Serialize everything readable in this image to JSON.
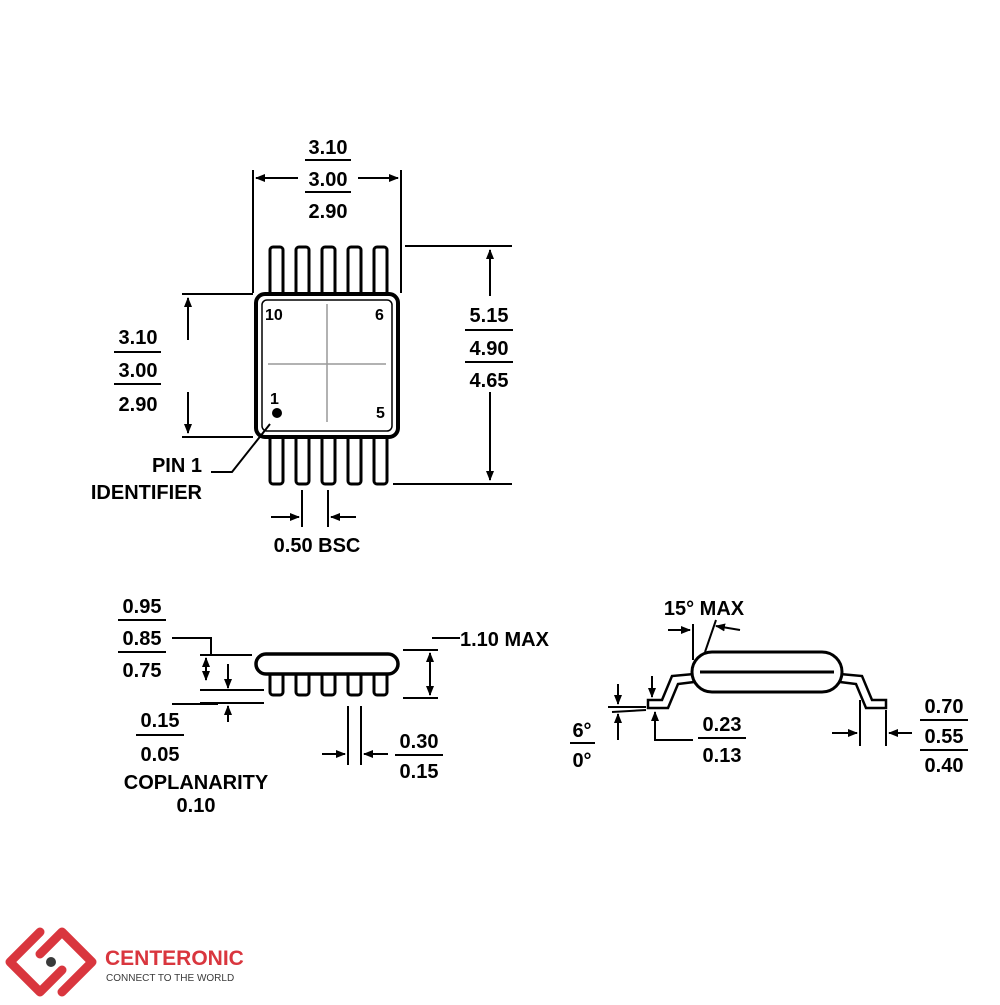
{
  "top_view": {
    "width_dims": [
      "3.10",
      "3.00",
      "2.90"
    ],
    "height_dims": [
      "3.10",
      "3.00",
      "2.90"
    ],
    "overall_dims": [
      "5.15",
      "4.90",
      "4.65"
    ],
    "pin_labels": {
      "p10": "10",
      "p6": "6",
      "p1": "1",
      "p5": "5"
    },
    "pin1_line1": "PIN 1",
    "pin1_line2": "IDENTIFIER",
    "pitch": "0.50 BSC"
  },
  "side_view": {
    "body_dims": [
      "0.95",
      "0.85",
      "0.75"
    ],
    "max_height": "1.10 MAX",
    "standoff_dims": [
      "0.15",
      "0.05"
    ],
    "coplanarity_line1": "COPLANARITY",
    "coplanarity_line2": "0.10",
    "lead_width_dims": [
      "0.30",
      "0.15"
    ]
  },
  "end_view": {
    "mold_angle": "15° MAX",
    "foot_angle": [
      "6°",
      "0°"
    ],
    "lead_thickness": [
      "0.23",
      "0.13"
    ],
    "foot_length": [
      "0.70",
      "0.55",
      "0.40"
    ]
  },
  "logo": {
    "name": "CENTERONIC",
    "tagline": "CONNECT TO THE WORLD",
    "primary_color": "#d9363e",
    "secondary_color": "#3a3a3a"
  }
}
